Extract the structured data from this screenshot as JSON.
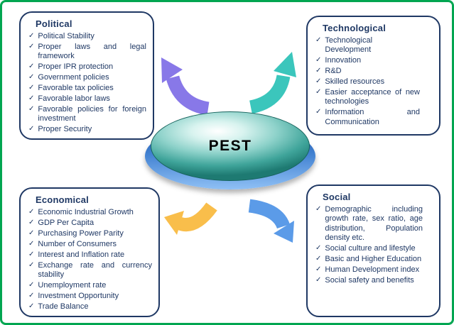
{
  "title": "PEST",
  "icons": {
    "check": "✓"
  },
  "colors": {
    "outer_border": "#00A651",
    "box_border": "#1F3864",
    "text": "#1F3864",
    "arrow_purple": "#8878E8",
    "arrow_teal": "#3BC6BC",
    "arrow_yellow": "#F9BE4B",
    "arrow_blue": "#5B9BE8",
    "oval_teal": "#3FA49A",
    "oval_blue": "#3F7FD0"
  },
  "boxes": {
    "political": {
      "heading": "Political",
      "items": [
        "Political Stability",
        "Proper laws and legal framework",
        "Proper IPR protection",
        "Government policies",
        "Favorable tax policies",
        "Favorable labor laws",
        "Favorable policies for foreign investment",
        "Proper Security"
      ]
    },
    "technological": {
      "heading": "Technological",
      "items": [
        "Technological Development",
        "Innovation",
        "R&D",
        "Skilled resources",
        "Easier acceptance of new technologies",
        "Information and Communication"
      ]
    },
    "economical": {
      "heading": "Economical",
      "items": [
        "Economic Industrial Growth",
        "GDP Per Capita",
        "Purchasing Power Parity",
        "Number of Consumers",
        "Interest and Inflation rate",
        "Exchange rate and currency stability",
        "Unemployment rate",
        "Investment Opportunity",
        "Trade Balance"
      ]
    },
    "social": {
      "heading": "Social",
      "items": [
        "Demographic including growth rate, sex ratio, age distribution, Population density etc.",
        "Social culture and lifestyle",
        "Basic and Higher Education",
        "Human Development index",
        "Social safety and benefits"
      ]
    }
  }
}
